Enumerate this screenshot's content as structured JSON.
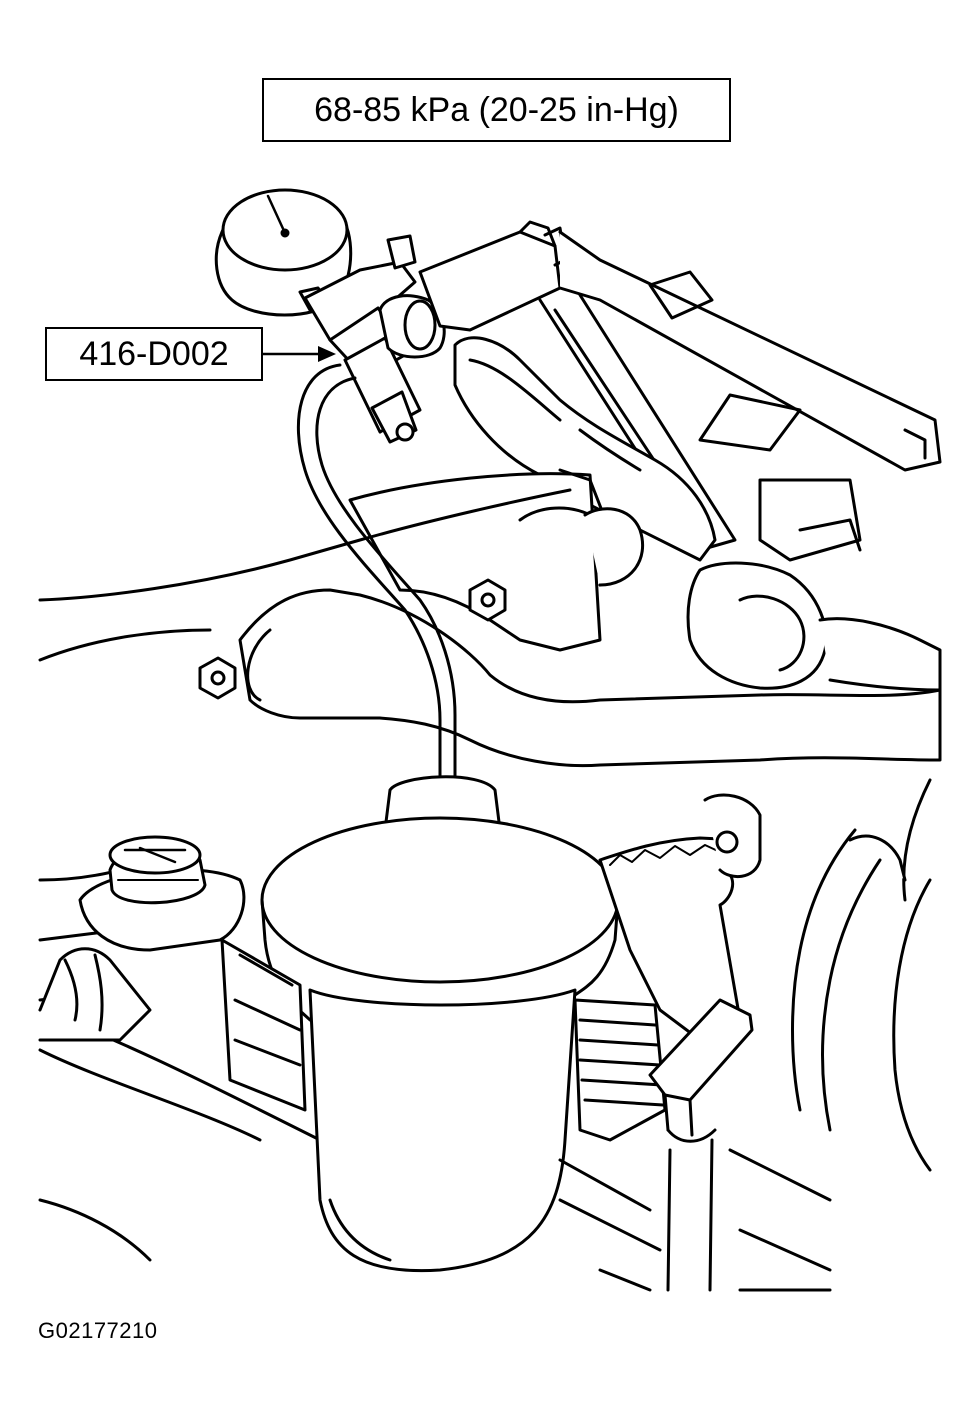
{
  "callouts": {
    "pressure_range": "68-85 kPa (20-25 in-Hg)",
    "tool_number": "416-D002"
  },
  "figure_id": "G02177210",
  "colors": {
    "line": "#000000",
    "background": "#ffffff"
  }
}
